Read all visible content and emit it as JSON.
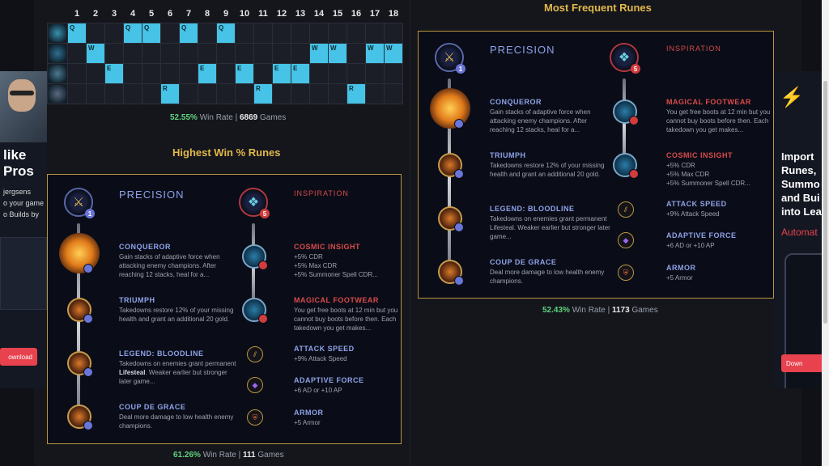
{
  "skill_order": {
    "levels": [
      "1",
      "2",
      "3",
      "4",
      "5",
      "6",
      "7",
      "8",
      "9",
      "10",
      "11",
      "12",
      "13",
      "14",
      "15",
      "16",
      "17",
      "18"
    ],
    "rows": [
      {
        "key": "Q",
        "levels": [
          1,
          4,
          5,
          7,
          9
        ]
      },
      {
        "key": "W",
        "levels": [
          2,
          14,
          15,
          17,
          18
        ]
      },
      {
        "key": "E",
        "levels": [
          3,
          8,
          10,
          12,
          13
        ]
      },
      {
        "key": "R",
        "levels": [
          6,
          11,
          16
        ]
      }
    ],
    "stats": {
      "winrate": "52.55%",
      "wr_suffix": " Win Rate | ",
      "games": "6869",
      "games_suffix": " Games"
    }
  },
  "highest": {
    "title": "Highest Win % Runes",
    "primary": {
      "name": "PRECISION",
      "count": "1"
    },
    "secondary": {
      "name": "INSPIRATION",
      "count": "5"
    },
    "runes": [
      {
        "name": "CONQUEROR",
        "desc": "Gain stacks of adaptive force when attacking enemy champions. After reaching 12 stacks, heal for a..."
      },
      {
        "name": "TRIUMPH",
        "desc": "Takedowns restore 12% of your missing health and grant an additional 20 gold."
      },
      {
        "name": "LEGEND: BLOODLINE",
        "desc_pre": "Takedowns on enemies grant permanent ",
        "desc_bold": "Lifesteal",
        "desc_post": ". Weaker earlier but stronger later game..."
      },
      {
        "name": "COUP DE GRACE",
        "desc": "Deal more damage to low health enemy champions."
      }
    ],
    "secondary_runes": [
      {
        "name": "COSMIC INSIGHT",
        "desc": "+5% CDR\n+5% Max CDR\n+5% Summoner Spell CDR..."
      },
      {
        "name": "MAGICAL FOOTWEAR",
        "desc": "You get free boots at 12 min but you cannot buy boots before then. Each takedown you get makes..."
      }
    ],
    "shards": [
      {
        "name": "ATTACK SPEED",
        "desc": "+9% Attack Speed"
      },
      {
        "name": "ADAPTIVE FORCE",
        "desc": "+6 AD or +10 AP"
      },
      {
        "name": "ARMOR",
        "desc": "+5 Armor"
      }
    ],
    "stats": {
      "winrate": "61.26%",
      "wr_suffix": " Win Rate | ",
      "games": "111",
      "games_suffix": " Games"
    }
  },
  "frequent": {
    "title": "Most Frequent Runes",
    "primary": {
      "name": "PRECISION",
      "count": "1"
    },
    "secondary": {
      "name": "INSPIRATION",
      "count": "5"
    },
    "runes": [
      {
        "name": "CONQUEROR",
        "desc": "Gain stacks of adaptive force when attacking enemy champions. After reaching 12 stacks, heal for a..."
      },
      {
        "name": "TRIUMPH",
        "desc": "Takedowns restore 12% of your missing health and grant an additional 20 gold."
      },
      {
        "name": "LEGEND: BLOODLINE",
        "desc": "Takedowns on enemies grant permanent Lifesteal. Weaker earlier but stronger later game..."
      },
      {
        "name": "COUP DE GRACE",
        "desc": "Deal more damage to low health enemy champions."
      }
    ],
    "secondary_runes": [
      {
        "name": "MAGICAL FOOTWEAR",
        "desc": "You get free boots at 12 min but you cannot buy boots before then. Each takedown you get makes..."
      },
      {
        "name": "COSMIC INSIGHT",
        "desc": "+5% CDR\n+5% Max CDR\n+5% Summoner Spell CDR..."
      }
    ],
    "shards": [
      {
        "name": "ATTACK SPEED",
        "desc": "+9% Attack Speed"
      },
      {
        "name": "ADAPTIVE FORCE",
        "desc": "+6 AD or +10 AP"
      },
      {
        "name": "ARMOR",
        "desc": "+5 Armor"
      }
    ],
    "stats": {
      "winrate": "52.43%",
      "wr_suffix": " Win Rate | ",
      "games": "1173",
      "games_suffix": " Games"
    }
  },
  "ad_left": {
    "line1": "like",
    "line2": "Pros",
    "sub1": "jergsens",
    "sub2": "o your game",
    "sub3": "o Builds by",
    "button": "ownload"
  },
  "ad_right": {
    "line1": "Import",
    "line2": "Runes,",
    "line3": "Summo",
    "line4": "and Bui",
    "line5": "into Lea",
    "auto": "Automat",
    "button": "Down"
  },
  "colors": {
    "accent": "#e3b84a",
    "win": "#5fd27d",
    "precision": "#8fa2e8",
    "inspiration": "#d94a4a",
    "skill": "#46c3e6"
  }
}
